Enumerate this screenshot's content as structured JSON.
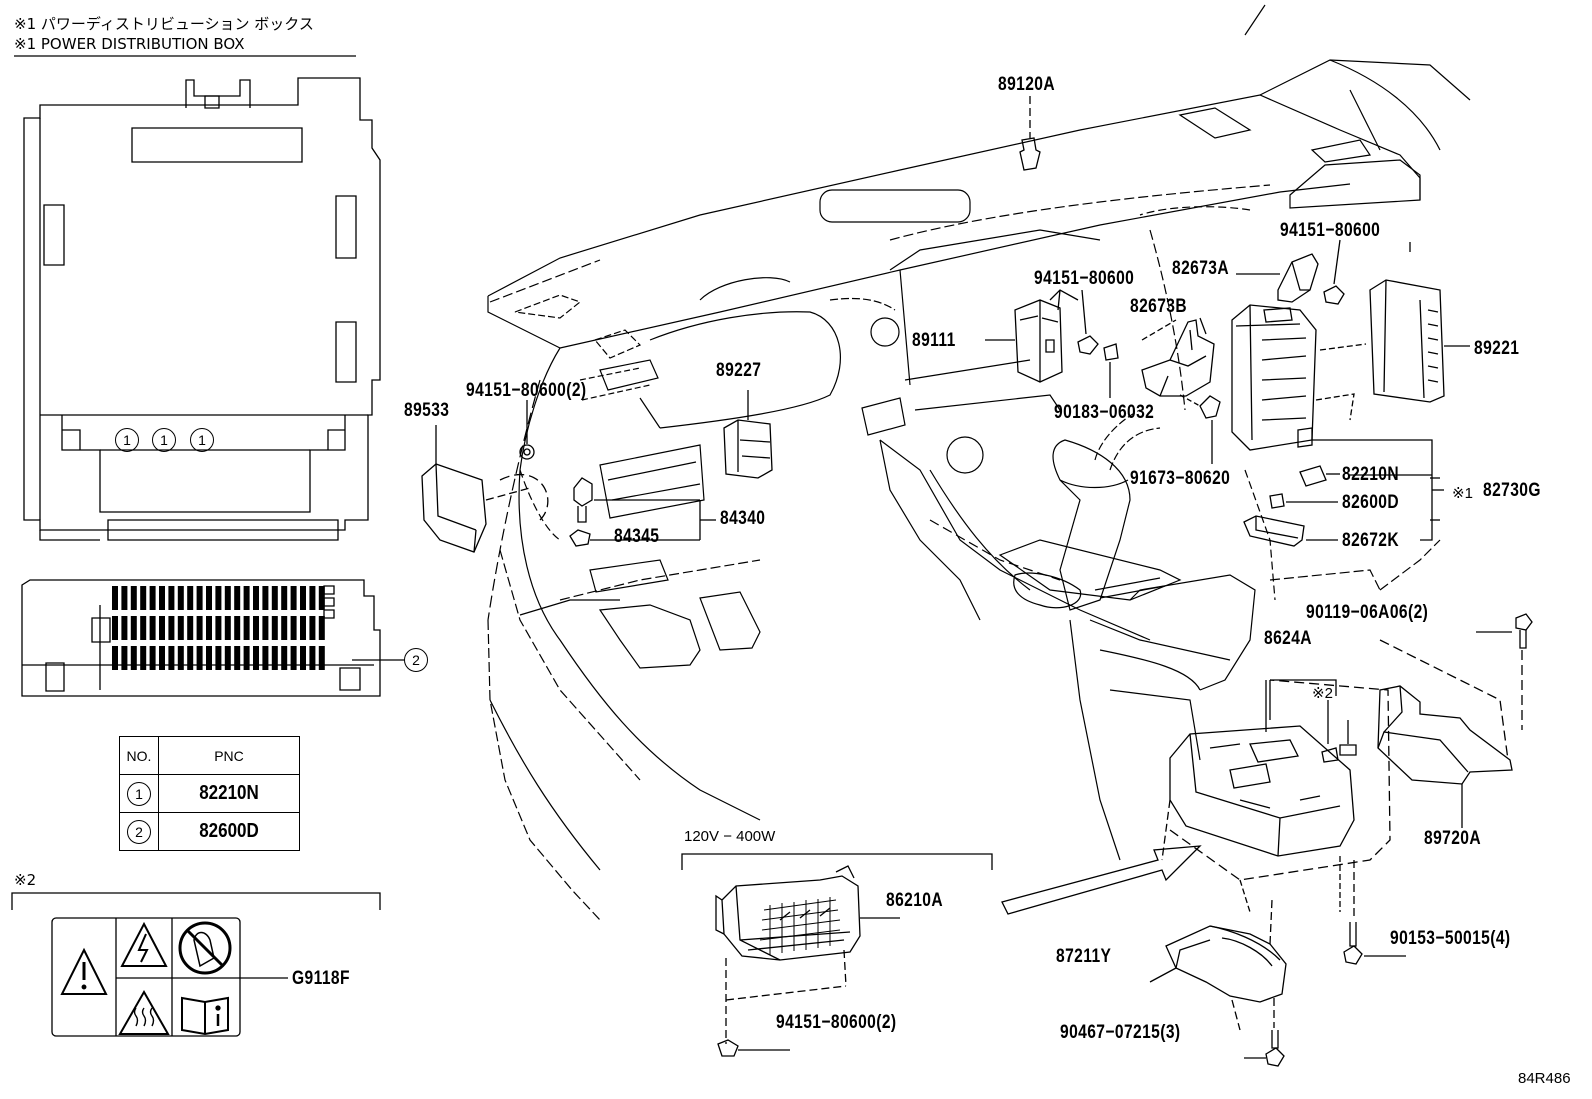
{
  "header": {
    "note1_jp": "※1  パワーディストリビューション ボックス",
    "note1_en": "※1  POWER DISTRIBUTION BOX"
  },
  "box_markers": {
    "m1": "1",
    "m2": "1",
    "m3": "1",
    "m4": "2"
  },
  "pnc_table": {
    "col_no": "NO.",
    "col_pnc": "PNC",
    "rows": [
      {
        "no": "1",
        "pnc": "82210N"
      },
      {
        "no": "2",
        "pnc": "82600D"
      }
    ]
  },
  "note2": {
    "label": "※2",
    "part": "G9118F"
  },
  "inverter_note": "120V − 400W",
  "note_markers": {
    "n2_small": "※2",
    "n1_group": "※1"
  },
  "parts": {
    "p89120A": "89120A",
    "p94151_top_right": "94151−80600",
    "p82673A": "82673A",
    "p94151_mid": "94151−80600",
    "p82673B": "82673B",
    "p89111": "89111",
    "p89221": "89221",
    "p89227": "89227",
    "p94151_left": "94151−80600(2)",
    "p89533": "89533",
    "p90183": "90183−06032",
    "p91673": "91673−80620",
    "p82210N": "82210N",
    "p82600D": "82600D",
    "p82672K": "82672K",
    "p82730G": "82730G",
    "p84340": "84340",
    "p84345": "84345",
    "p90119": "90119−06A06(2)",
    "p8624A": "8624A",
    "p89720A": "89720A",
    "p86210A": "86210A",
    "p90153": "90153−50015(4)",
    "p87211Y": "87211Y",
    "p94151_bottom": "94151−80600(2)",
    "p90467": "90467−07215(3)"
  },
  "figure_id": "84R486"
}
